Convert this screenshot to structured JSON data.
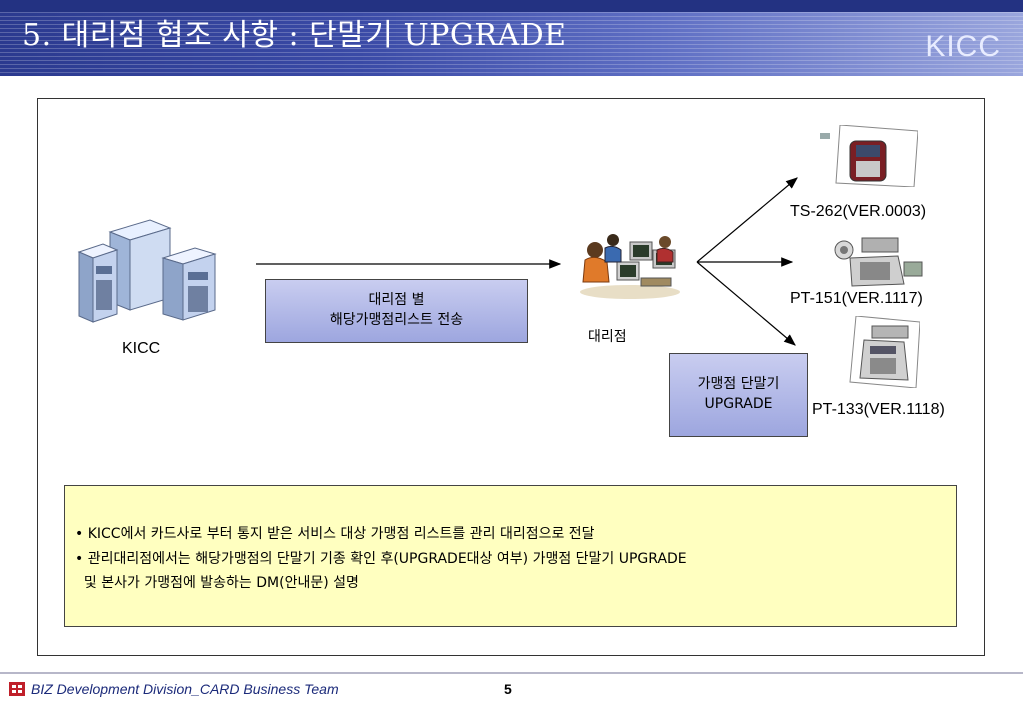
{
  "header": {
    "title": "5. 대리점 협조 사항 : 단말기 UPGRADE",
    "logo": "KICC"
  },
  "diagram": {
    "kicc_label": "KICC",
    "transfer_box": {
      "line1": "대리점 별",
      "line2": "해당가맹점리스트 전송"
    },
    "agency_label": "대리점",
    "upgrade_box": {
      "line1": "가맹점 단말기",
      "line2": "UPGRADE"
    },
    "terminals": [
      {
        "label": "TS-262(VER.0003)"
      },
      {
        "label": "PT-151(VER.1117)"
      },
      {
        "label": "PT-133(VER.1118)"
      }
    ]
  },
  "notes": [
    "• KICC에서 카드사로 부터 통지 받은 서비스 대상 가맹점 리스트를 관리 대리점으로 전달",
    "• 관리대리점에서는 해당가맹점의 단말기 기종 확인 후(UPGRADE대상 여부) 가맹점 단말기 UPGRADE",
    "  및 본사가 가맹점에 발송하는 DM(안내문) 설명"
  ],
  "footer": {
    "text": "BIZ Development Division_CARD Business Team",
    "page": "5"
  },
  "colors": {
    "header": "#2b3a8f",
    "box_blue": "#b3b9e8",
    "note_yellow": "#ffffc0"
  }
}
